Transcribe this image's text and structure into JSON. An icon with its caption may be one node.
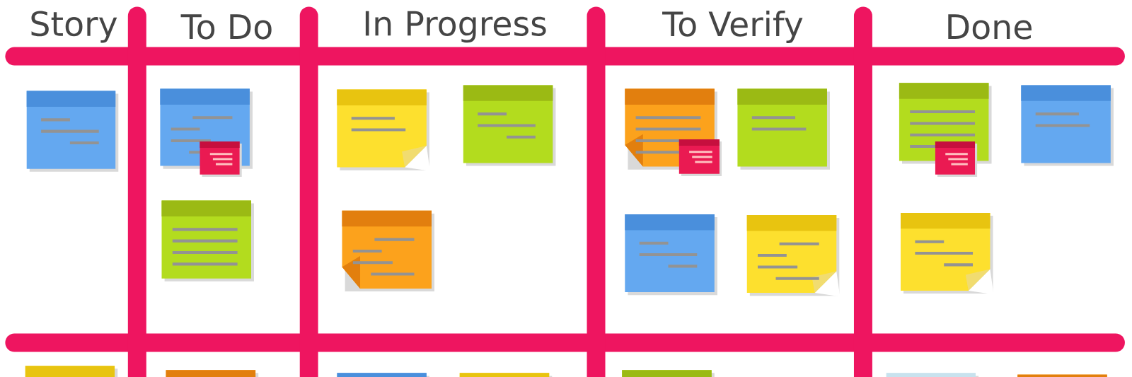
{
  "diagram": {
    "labels": [
      "Story",
      "To Do",
      "In Progress",
      "To Verify",
      "Done"
    ]
  }
}
